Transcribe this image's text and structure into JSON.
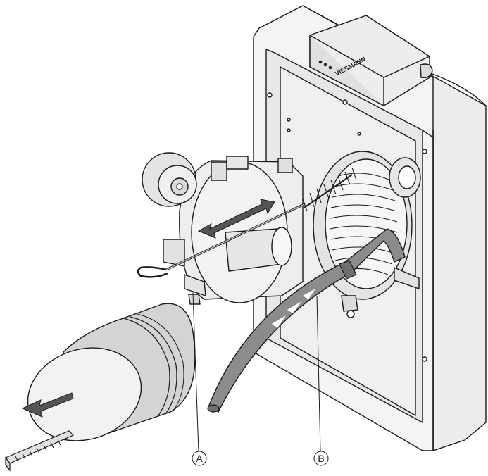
{
  "brand_label": "VIESMANN",
  "callouts": [
    {
      "id": "A",
      "label": "A"
    },
    {
      "id": "B",
      "label": "B"
    }
  ],
  "icons": [
    "double-arrow-icon",
    "arrow-left-icon"
  ],
  "colors": {
    "line": "#1a1a1a",
    "panel": "#f4f4f4",
    "panel_shade": "#e2e2e2",
    "metal": "#d4d4d4",
    "hose": "#8c8c8c",
    "hose_dark": "#6e6e6e",
    "arrow_fill": "#555555"
  }
}
